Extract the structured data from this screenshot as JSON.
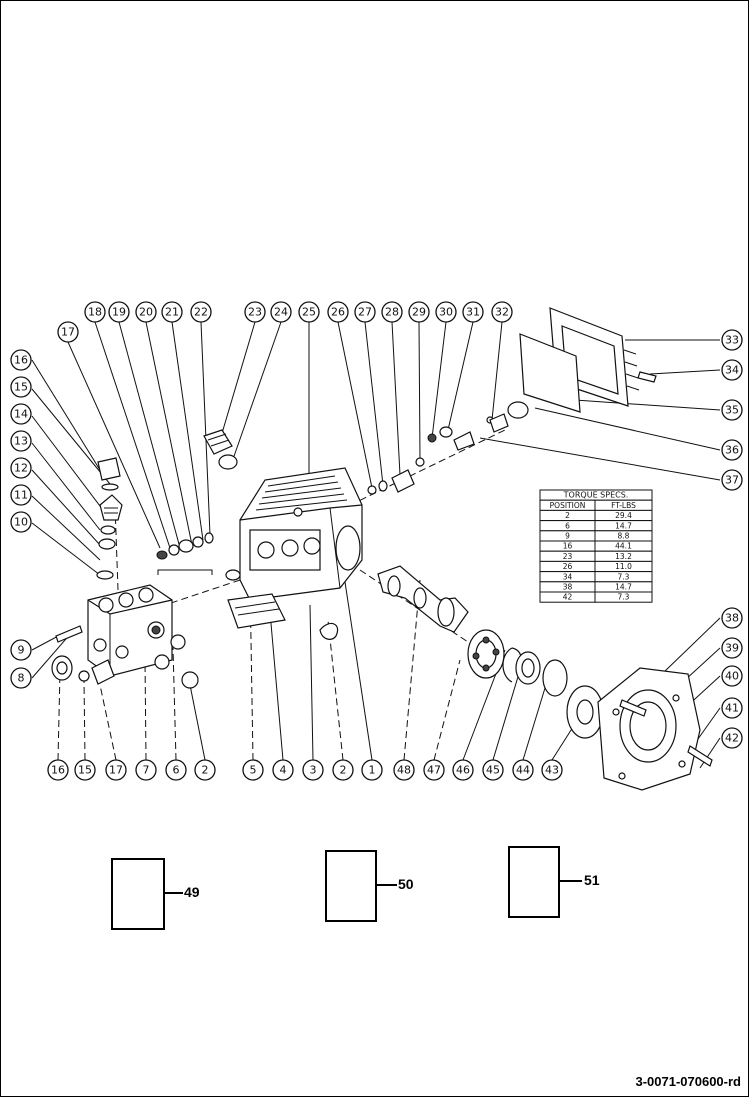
{
  "callouts": {
    "top_row": [
      "17",
      "18",
      "19",
      "20",
      "21",
      "22",
      "23",
      "24",
      "25",
      "26",
      "27",
      "28",
      "29",
      "30",
      "31",
      "32"
    ],
    "left_column": [
      "16",
      "15",
      "14",
      "13",
      "12",
      "11",
      "10"
    ],
    "left_extra": [
      "9",
      "8"
    ],
    "bottom_row": [
      "16",
      "15",
      "17",
      "7",
      "6",
      "2",
      "5",
      "4",
      "3",
      "2",
      "1",
      "48",
      "47",
      "46",
      "45",
      "44",
      "43"
    ],
    "right_column": [
      "33",
      "34",
      "35",
      "36",
      "37",
      "38",
      "39",
      "40",
      "41",
      "42"
    ]
  },
  "torque_table": {
    "title": "TORQUE SPECS.",
    "headers": [
      "POSITION",
      "FT-LBS"
    ],
    "rows": [
      [
        "2",
        "29.4"
      ],
      [
        "6",
        "14.7"
      ],
      [
        "9",
        "8.8"
      ],
      [
        "16",
        "44.1"
      ],
      [
        "23",
        "13.2"
      ],
      [
        "26",
        "11.0"
      ],
      [
        "34",
        "7.3"
      ],
      [
        "38",
        "14.7"
      ],
      [
        "42",
        "7.3"
      ]
    ]
  },
  "boxes": [
    {
      "label": "49"
    },
    {
      "label": "50"
    },
    {
      "label": "51"
    }
  ],
  "drawing_code": "3-0071-070600-rd"
}
